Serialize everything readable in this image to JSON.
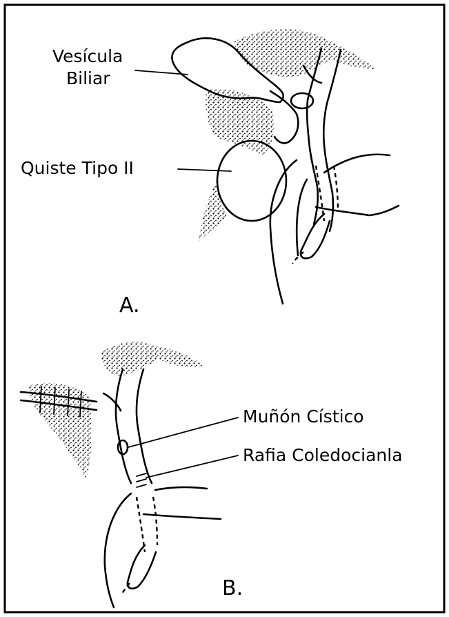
{
  "panels": [
    {
      "letter": "A.",
      "labels": [
        {
          "line1": "Vesícula",
          "line2": "Biliar"
        },
        {
          "text": "Quiste Tipo II"
        }
      ]
    },
    {
      "letter": "B.",
      "labels": [
        {
          "text": "Muñón Cístico"
        },
        {
          "text": "Rafia Coledocianla"
        }
      ]
    }
  ],
  "colors": {
    "ink": "#000000",
    "paper": "#ffffff"
  }
}
